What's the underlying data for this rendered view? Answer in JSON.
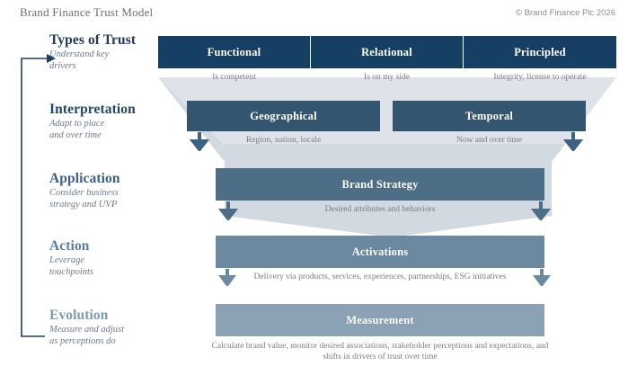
{
  "header": {
    "title": "Brand Finance Trust Model",
    "copyright": "© Brand Finance Plc 2026"
  },
  "colors": {
    "navy": "#153f63",
    "slate_1": "#33556f",
    "slate_2": "#4d6e87",
    "slate_3": "#6b8aa2",
    "slate_4": "#8ba2b4",
    "funnel": "#d2d9e0",
    "arrow": "#3c6184",
    "heading_1": "#1b3a5c",
    "heading_2": "#23466b",
    "heading_3": "#3c6184",
    "heading_4": "#587d9d",
    "heading_5": "#7b9cb6",
    "caption": "#7c7c80",
    "loop_line": "#1f3f62"
  },
  "stages": [
    {
      "id": "types-of-trust",
      "title": "Types of Trust",
      "subtitle": "Understand key\ndrivers"
    },
    {
      "id": "interpretation",
      "title": "Interpretation",
      "subtitle": "Adapt to place\nand over time"
    },
    {
      "id": "application",
      "title": "Application",
      "subtitle": "Consider business\nstrategy and UVP"
    },
    {
      "id": "action",
      "title": "Action",
      "subtitle": "Leverage\ntouchpoints"
    },
    {
      "id": "evolution",
      "title": "Evolution",
      "subtitle": "Measure and adjust\nas perceptions do"
    }
  ],
  "row_trust": {
    "boxes": [
      {
        "label": "Functional",
        "caption": "Is competent"
      },
      {
        "label": "Relational",
        "caption": "Is on my side"
      },
      {
        "label": "Principled",
        "caption": "Integrity, license to operate"
      }
    ]
  },
  "row_interpretation": {
    "boxes": [
      {
        "label": "Geographical",
        "caption": "Region, nation, locale"
      },
      {
        "label": "Temporal",
        "caption": "Now and over time"
      }
    ]
  },
  "row_application": {
    "label": "Brand Strategy",
    "caption": "Desired attributes and behaviors"
  },
  "row_action": {
    "label": "Activations",
    "caption": "Delivery via products, services, experiences, partnerships, ESG initiatives"
  },
  "row_evolution": {
    "label": "Measurement",
    "caption": "Calculate brand value, monitor desired associations, stakeholder perceptions and expectations, and shifts in drivers of trust over time"
  }
}
